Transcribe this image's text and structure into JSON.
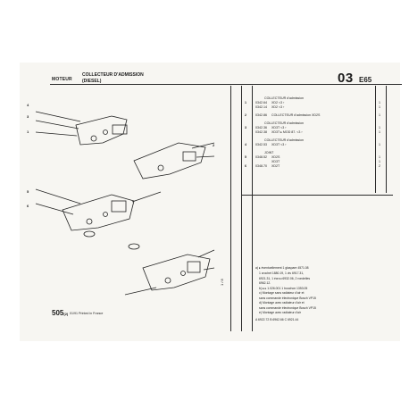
{
  "header": {
    "section": "MOTEUR",
    "title": "COLLECTEUR D'ADMISSION",
    "subtitle": "(DIESEL)",
    "page_number": "03",
    "page_code": "E65"
  },
  "groups": [
    {
      "title": "COLLECTEUR d'admission",
      "rows": [
        {
          "index": "1",
          "ref": "0342.64",
          "desc": "XD2 <3 ›",
          "qty": "1"
        },
        {
          "index": "",
          "ref": "0342.14",
          "desc": "XD2 <3 ›",
          "qty": "1"
        }
      ]
    },
    {
      "title": "",
      "rows": [
        {
          "index": "2",
          "ref": "0342.86",
          "desc": "COLLECTEUR d'admission XD2S",
          "qty": "1"
        }
      ]
    },
    {
      "title": "COLLECTEUR d'admission",
      "rows": [
        {
          "index": "3",
          "ref": "0342.36",
          "desc": "XD3T <3 ›",
          "qty": "1"
        },
        {
          "index": "",
          "ref": "0342.38",
          "desc": "XD3T ▸ MOD 87. <3 ›",
          "qty": "1"
        }
      ]
    },
    {
      "title": "COLLECTEUR d'admission",
      "rows": [
        {
          "index": "4",
          "ref": "0342.53",
          "desc": "XD3T <3 ›",
          "qty": "1"
        }
      ]
    },
    {
      "title": "JOINT",
      "rows": [
        {
          "index": "5",
          "ref": "0348.52",
          "desc": "XD2S",
          "qty": "1"
        },
        {
          "index": "",
          "ref": "",
          "desc": "XD3T",
          "qty": "1"
        },
        {
          "index": "6",
          "ref": "0348.70",
          "desc": "XD2T",
          "qty": "2"
        }
      ]
    }
  ],
  "notes": {
    "a": "a) ▸ éventuellement 1 glaspare 4571.08",
    "lines": [
      "1 crochet 1880.19, 1 vis 6917.31,",
      "6921.31, 1 écrou 6932.06, 2 rondelles",
      "6962.12.",
      "b) ▸ ▸ 1.026.001 1 bouchon 1353.05",
      "c) Montage sans radiateur d'air et",
      "    sans commande électronique Bosch VP15",
      "d) Montage avec radiateur d'air et",
      "    sans commande électronique Bosch VP15",
      "e) Montage avec radiateur d'air"
    ],
    "bottom": "A 6922.72 B 6962.66 C 6921.44"
  },
  "footer": {
    "number": "505",
    "suffix": "(2)",
    "text": "01/91 Printed in France"
  },
  "vertical_label": "1 / 8",
  "callouts": [
    "4",
    "3",
    "1",
    "2",
    "5",
    "6"
  ]
}
